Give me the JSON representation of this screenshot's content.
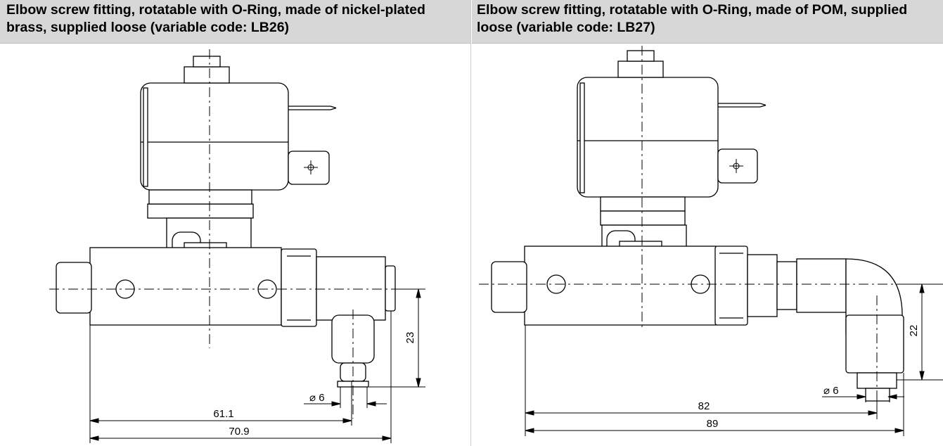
{
  "left": {
    "title": "Elbow screw fitting, rotatable with O-Ring, made of nickel-plated brass, supplied loose (variable code: LB26)",
    "dims": {
      "height": "23",
      "diameter": "⌀ 6",
      "length_inner": "61.1",
      "length_outer": "70.9"
    }
  },
  "right": {
    "title": "Elbow screw fitting, rotatable with O-Ring, made of POM, supplied loose (variable code: LB27)",
    "dims": {
      "height": "22",
      "diameter": "⌀ 6",
      "length_inner": "82",
      "length_outer": "89"
    }
  }
}
